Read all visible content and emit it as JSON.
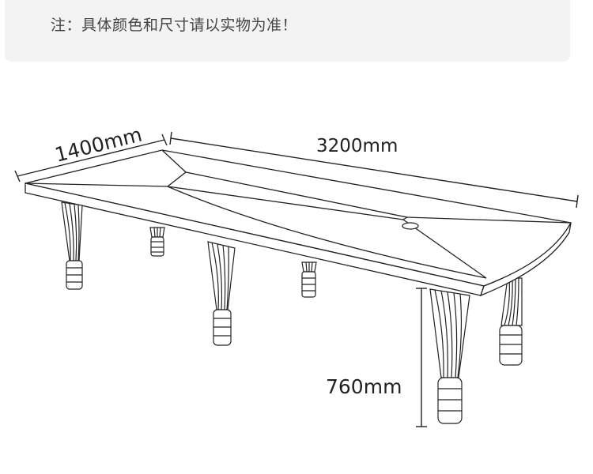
{
  "note": {
    "text": "注：具体颜色和尺寸请以实物为准！"
  },
  "dimensions": {
    "width": "1400mm",
    "length": "3200mm",
    "height": "760mm"
  },
  "colors": {
    "line": "#222222",
    "note_background": "#f3f3f3",
    "note_text": "#444444"
  }
}
